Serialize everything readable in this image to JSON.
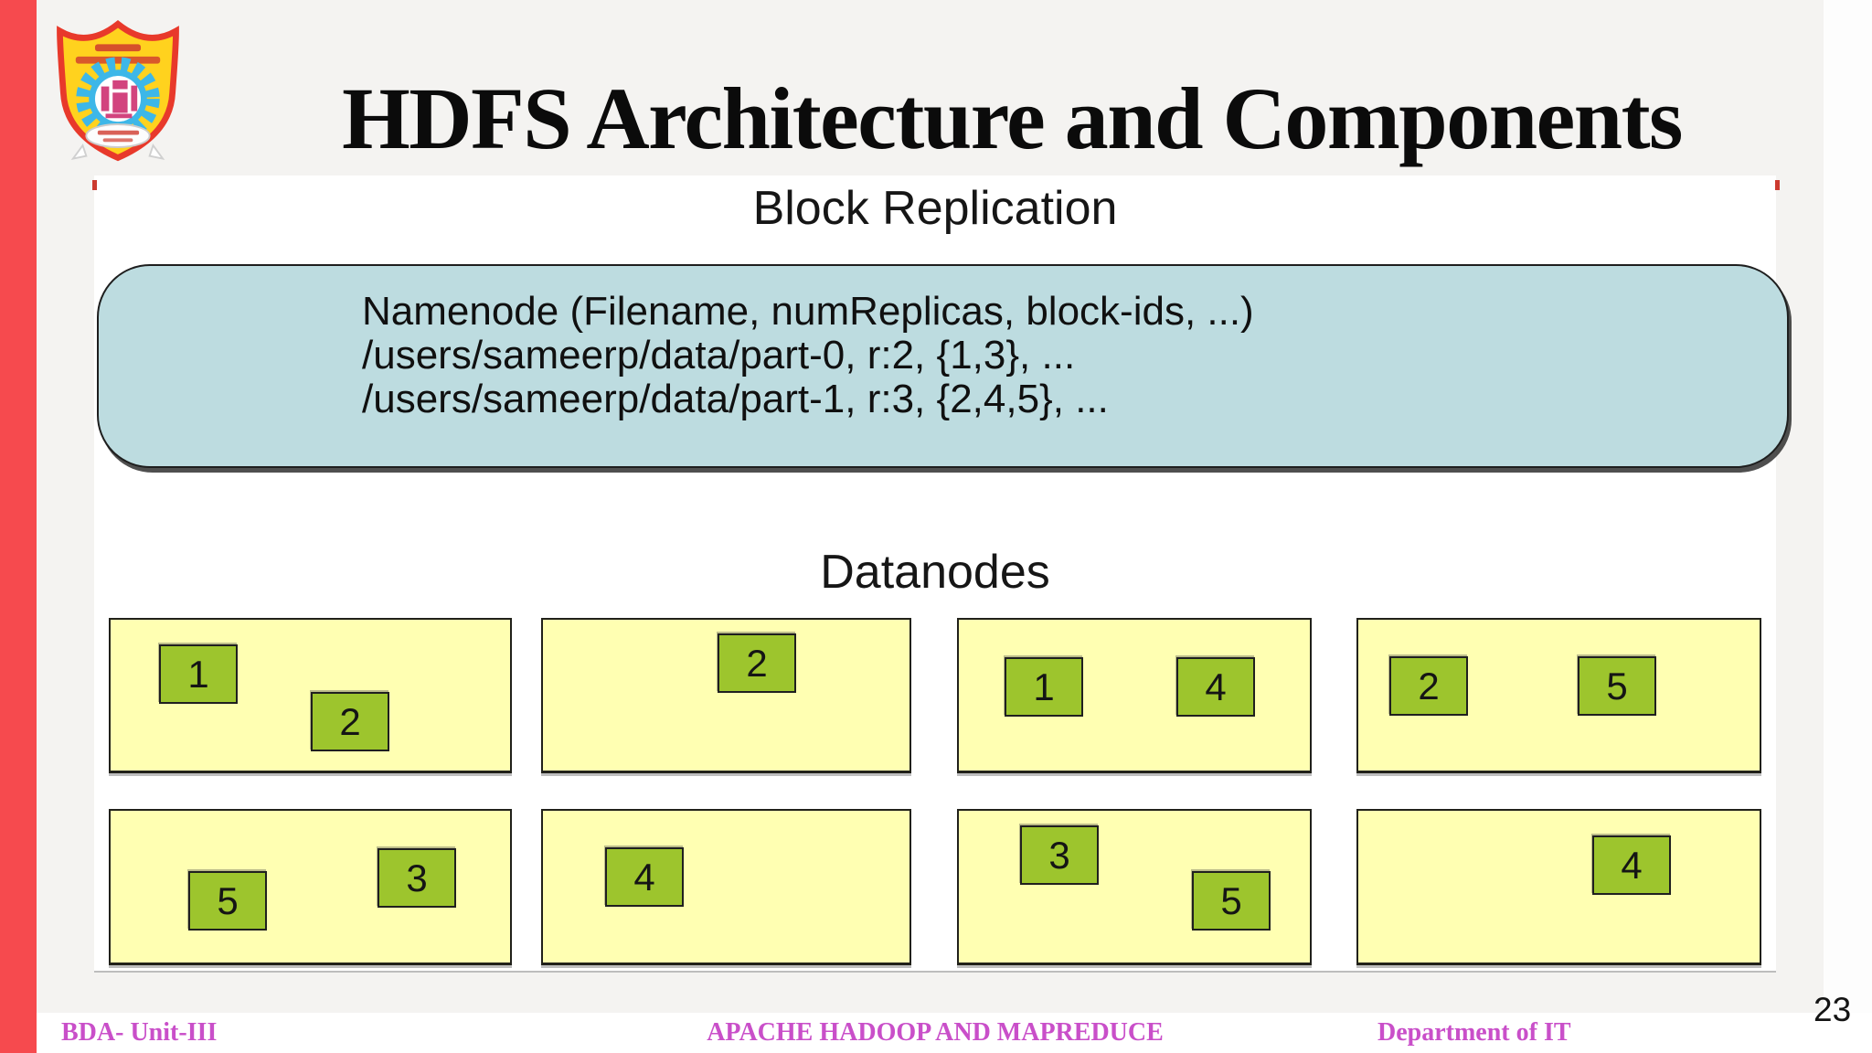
{
  "header": {
    "title": "HDFS Architecture and Components",
    "logo_icon": "college-crest-logo"
  },
  "diagram": {
    "heading": "Block Replication",
    "namenode": {
      "lines": [
        "Namenode (Filename, numReplicas, block-ids, ...)",
        "/users/sameerp/data/part-0, r:2, {1,3}, ...",
        "/users/sameerp/data/part-1, r:3, {2,4,5}, ..."
      ]
    },
    "datanodes_heading": "Datanodes",
    "datanodes": [
      {
        "blocks": [
          {
            "label": "1"
          },
          {
            "label": "2"
          }
        ]
      },
      {
        "blocks": [
          {
            "label": "2"
          }
        ]
      },
      {
        "blocks": [
          {
            "label": "1"
          },
          {
            "label": "4"
          }
        ]
      },
      {
        "blocks": [
          {
            "label": "2"
          },
          {
            "label": "5"
          }
        ]
      },
      {
        "blocks": [
          {
            "label": "5"
          },
          {
            "label": "3"
          }
        ]
      },
      {
        "blocks": [
          {
            "label": "4"
          }
        ]
      },
      {
        "blocks": [
          {
            "label": "3"
          },
          {
            "label": "5"
          }
        ]
      },
      {
        "blocks": [
          {
            "label": "4"
          }
        ]
      }
    ]
  },
  "footer": {
    "left": "BDA- Unit-III",
    "center": "APACHE HADOOP AND MAPREDUCE",
    "right": "Department of IT",
    "page_number": "23"
  },
  "colors": {
    "accent_stripe": "#f64a4e",
    "slide_background": "#f4f3f1",
    "content_background": "#ffffff",
    "namenode_box_fill": "#bddce0",
    "datanode_box_fill": "#ffffb2",
    "block_fill": "#9dc52d",
    "footer_text": "#c94fc9",
    "placeholder_tick": "#cc3a2f",
    "title_text": "#0b0b0b"
  }
}
